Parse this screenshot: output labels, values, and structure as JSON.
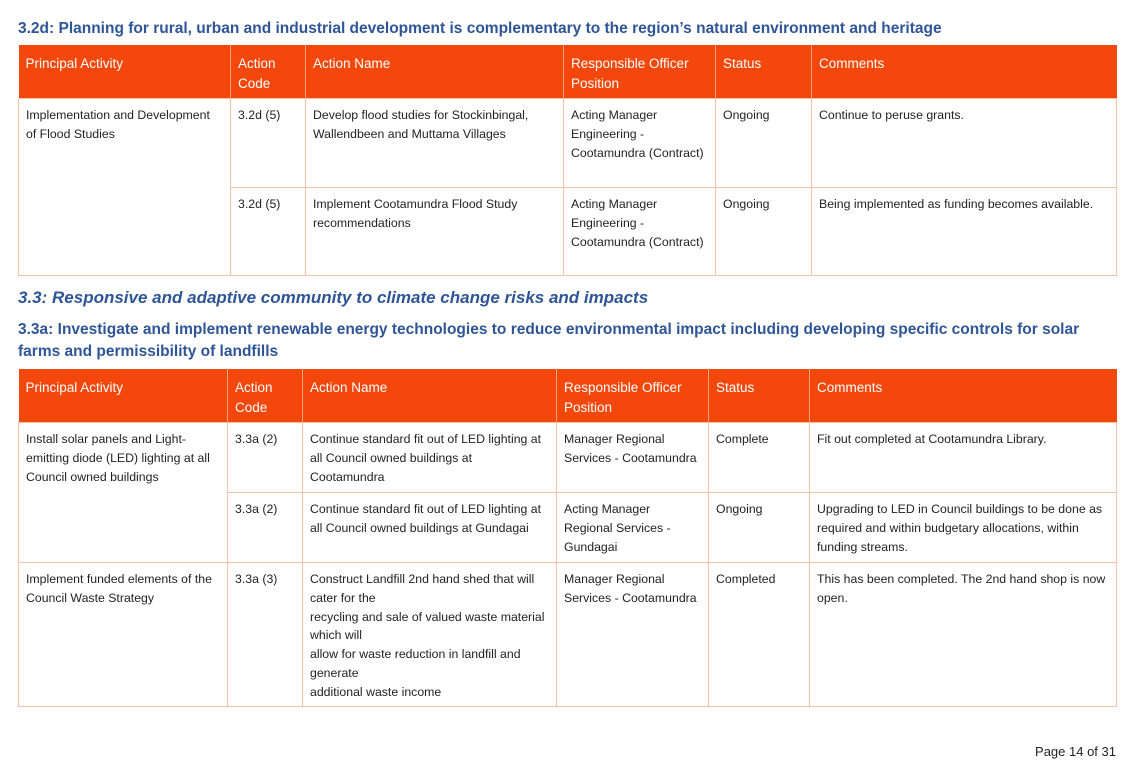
{
  "section_32d": {
    "heading": "3.2d: Planning for rural, urban and industrial development is complementary to the region’s natural environment and heritage",
    "headers": [
      "Principal Activity",
      "Action Code",
      "Action Name",
      "Responsible Officer Position",
      "Status",
      "Comments"
    ],
    "principal_activity": "Implementation and Development of Flood Studies",
    "rows": [
      {
        "code": "3.2d (5)",
        "name": "Develop flood studies for Stockinbingal, Wallendbeen and Muttama Villages",
        "officer": "Acting Manager Engineering - Cootamundra (Contract)",
        "status": "Ongoing",
        "comments": "Continue to peruse grants."
      },
      {
        "code": "3.2d (5)",
        "name": "Implement Cootamundra Flood Study recommendations",
        "officer": "Acting Manager Engineering - Cootamundra (Contract)",
        "status": "Ongoing",
        "comments": "Being implemented as funding becomes available."
      }
    ]
  },
  "section_33": {
    "heading": "3.3: Responsive and adaptive community to climate change risks and impacts"
  },
  "section_33a": {
    "heading": "3.3a: Investigate and implement renewable energy technologies to reduce environmental impact including developing specific controls for solar farms and permissibility of landfills",
    "headers": [
      "Principal Activity",
      "Action Code",
      "Action Name",
      "Responsible Officer Position",
      "Status",
      "Comments"
    ],
    "group1_activity": "Install solar panels and Light-emitting diode (LED) lighting at all Council owned buildings",
    "group2_activity": "Implement funded elements of the Council Waste Strategy",
    "rows": [
      {
        "code": "3.3a (2)",
        "name": "Continue standard fit out of LED lighting at all Council owned buildings at Cootamundra",
        "officer": "Manager Regional Services - Cootamundra",
        "status": "Complete",
        "comments": "Fit out completed at Cootamundra Library."
      },
      {
        "code": "3.3a (2)",
        "name": "Continue standard fit out of LED lighting at all Council owned buildings at Gundagai",
        "officer": "Acting Manager Regional Services - Gundagai",
        "status": "Ongoing",
        "comments": "Upgrading to LED in Council buildings to be done as required and within budgetary allocations, within funding streams."
      },
      {
        "code": "3.3a (3)",
        "name_lines": [
          "Construct Landfill 2nd hand shed that will cater for the",
          "recycling and sale of valued waste material which will",
          "allow for waste reduction in landfill and generate",
          "additional waste income"
        ],
        "officer": "Manager Regional Services - Cootamundra",
        "status": "Completed",
        "comments": "This has been completed. The 2nd hand shop is now open."
      }
    ]
  },
  "footer": {
    "page": "Page 14 of 31"
  }
}
